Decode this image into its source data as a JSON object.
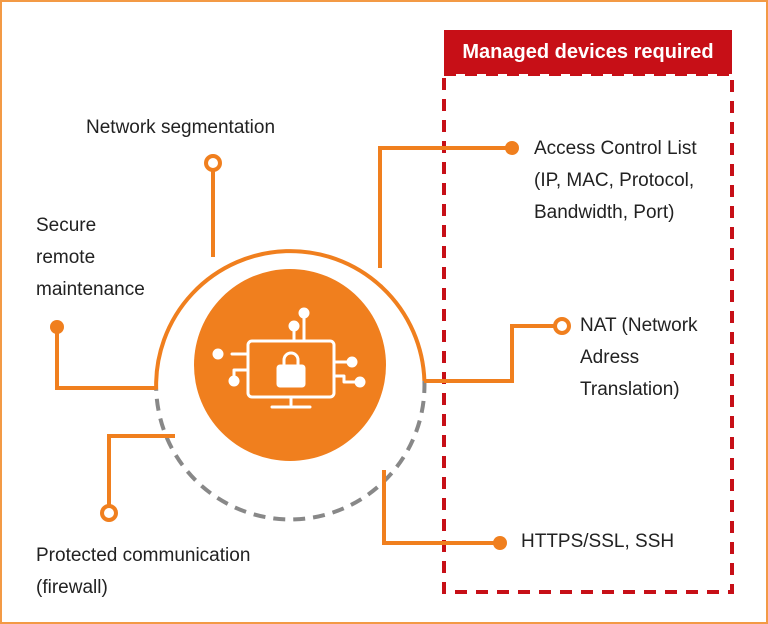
{
  "colors": {
    "accent": "#f07f1e",
    "frame": "#f39a45",
    "managed_red": "#c70f17",
    "dashed_gray": "#888888",
    "text": "#222222"
  },
  "managed": {
    "header": "Managed devices required"
  },
  "features": {
    "network_segmentation": "Network segmentation",
    "secure_remote": [
      "Secure",
      "remote",
      "maintenance"
    ],
    "protected_comm": [
      "Protected communication",
      "(firewall)"
    ],
    "acl": [
      "Access Control List",
      "(IP, MAC, Protocol,",
      "Bandwidth, Port)"
    ],
    "nat": [
      "NAT (Network",
      "Adress",
      "Translation)"
    ],
    "https": "HTTPS/SSL, SSH"
  },
  "icons": {
    "center": "monitor-lock-icon"
  }
}
